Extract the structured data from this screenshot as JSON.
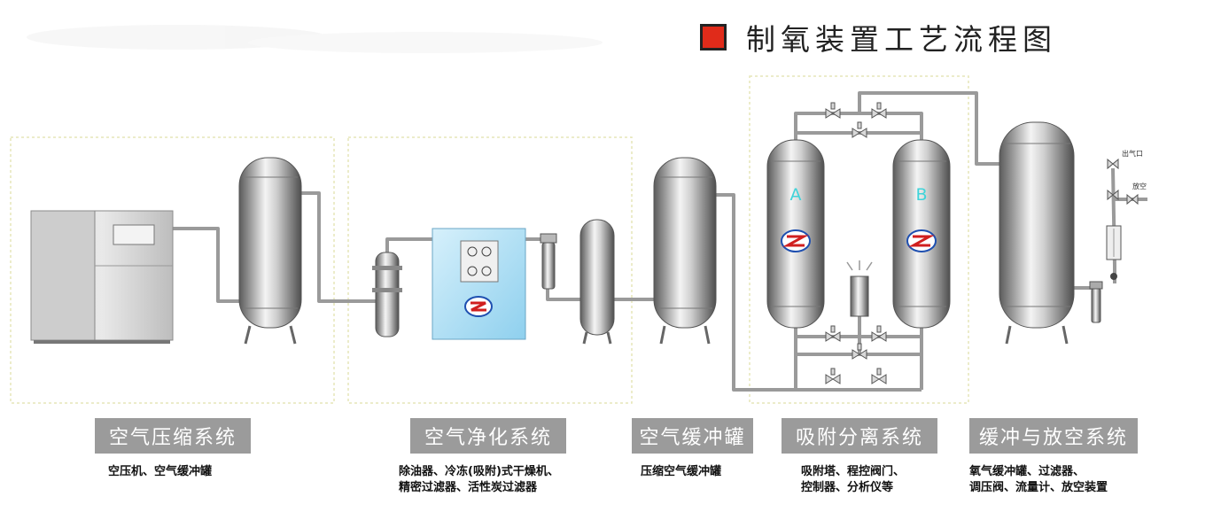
{
  "title": "制氧装置工艺流程图",
  "colors": {
    "title_mark": "#e02b1a",
    "label_bg": "#9b9b9b",
    "dryer": "#a9dcf3",
    "tank_letter": "#3fd3d9"
  },
  "tank_labels": {
    "a": "A",
    "b": "B"
  },
  "vent_labels": {
    "outlet": "出气口",
    "vent": "放空"
  },
  "systems": [
    {
      "name": "空气压缩系统",
      "desc": [
        "空压机、空气缓冲罐"
      ]
    },
    {
      "name": "空气净化系统",
      "desc": [
        "除油器、冷冻(吸附)式干燥机、",
        "精密过滤器、活性炭过滤器"
      ]
    },
    {
      "name": "空气缓冲罐",
      "desc": [
        "压缩空气缓冲罐"
      ]
    },
    {
      "name": "吸附分离系统",
      "desc": [
        "吸附塔、程控阀门、",
        "控制器、分析仪等"
      ]
    },
    {
      "name": "缓冲与放空系统",
      "desc": [
        "氧气缓冲罐、过滤器、",
        "调压阀、流量计、放空装置"
      ]
    }
  ]
}
